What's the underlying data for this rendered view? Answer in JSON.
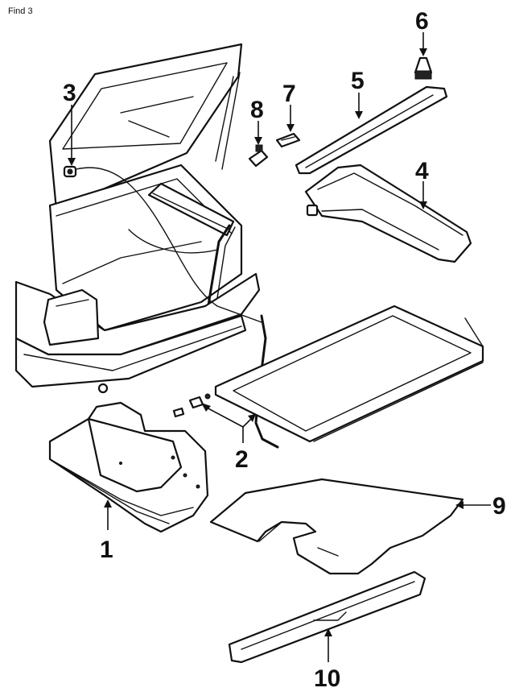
{
  "header": {
    "label": "Find 3"
  },
  "callouts": [
    {
      "id": "1",
      "text": "1"
    },
    {
      "id": "2",
      "text": "2"
    },
    {
      "id": "3",
      "text": "3"
    },
    {
      "id": "4",
      "text": "4"
    },
    {
      "id": "5",
      "text": "5"
    },
    {
      "id": "6",
      "text": "6"
    },
    {
      "id": "7",
      "text": "7"
    },
    {
      "id": "8",
      "text": "8"
    },
    {
      "id": "9",
      "text": "9"
    },
    {
      "id": "10",
      "text": "10"
    }
  ]
}
